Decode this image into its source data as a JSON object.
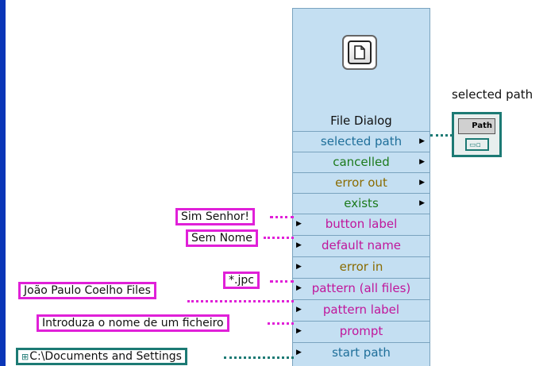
{
  "node": {
    "title": "File Dialog",
    "outputs": [
      {
        "label": "selected path",
        "type": "path"
      },
      {
        "label": "cancelled",
        "type": "boolean"
      },
      {
        "label": "error out",
        "type": "cluster"
      },
      {
        "label": "exists",
        "type": "boolean"
      }
    ],
    "inputs": [
      {
        "label": "button label",
        "type": "string"
      },
      {
        "label": "default name",
        "type": "string"
      },
      {
        "label": "error in",
        "type": "cluster"
      },
      {
        "label": "pattern (all files)",
        "type": "string"
      },
      {
        "label": "pattern label",
        "type": "string"
      },
      {
        "label": "prompt",
        "type": "string"
      },
      {
        "label": "start path",
        "type": "path"
      }
    ]
  },
  "constants": {
    "button_label": "Sim Senhor!",
    "default_name": "Sem Nome",
    "pattern": "*.jpc",
    "pattern_label": "João Paulo Coelho Files",
    "prompt": "Introduza o nome de um ficheiro",
    "start_path": "C:\\Documents and Settings"
  },
  "indicator": {
    "label": "selected path",
    "type_text": "Path"
  },
  "colors": {
    "node_bg": "#c4dff2",
    "string_wire": "#e020d8",
    "path_wire": "#1c7a74",
    "edge_bar": "#0a36b8"
  }
}
